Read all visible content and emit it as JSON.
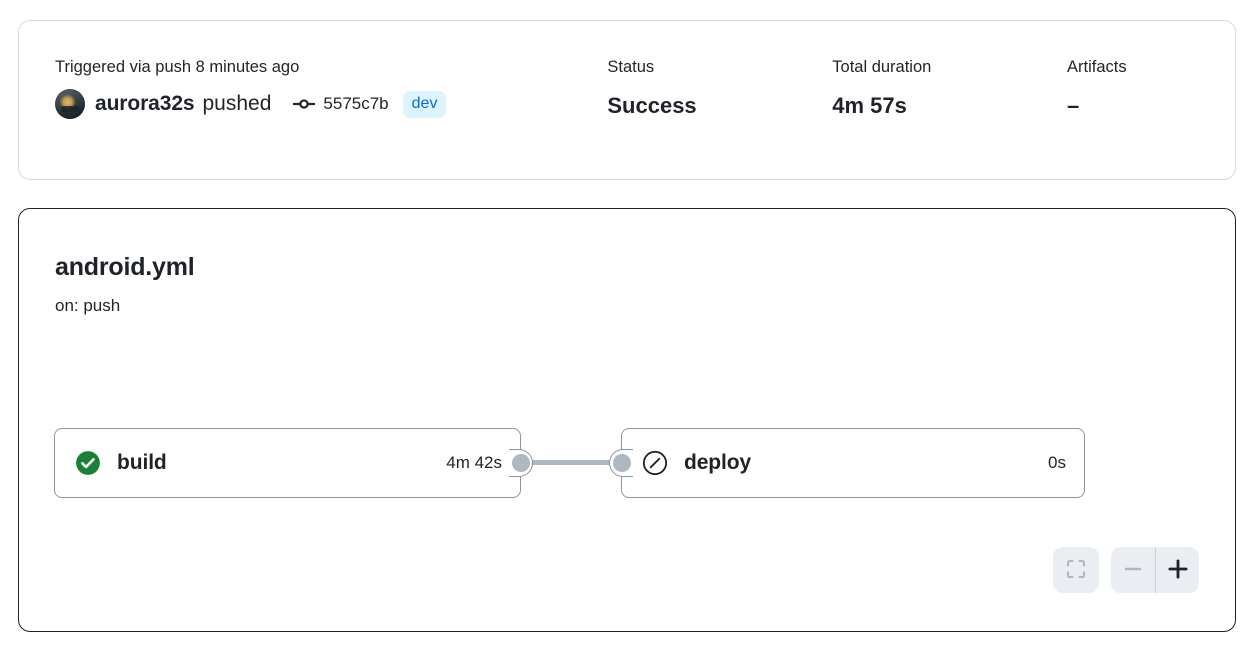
{
  "summary": {
    "trigger_text": "Triggered via push 8 minutes ago",
    "actor": "aurora32s",
    "action_word": "pushed",
    "commit_sha": "5575c7b",
    "branch": "dev",
    "commit_icon": "git-commit-icon",
    "avatar_icon": "user-avatar",
    "status_label": "Status",
    "status_value": "Success",
    "duration_label": "Total duration",
    "duration_value": "4m 57s",
    "artifacts_label": "Artifacts",
    "artifacts_value": "–"
  },
  "workflow": {
    "file_name": "android.yml",
    "trigger": "on: push"
  },
  "graph": {
    "nodes": [
      {
        "id": "build",
        "name": "build",
        "duration": "4m 42s",
        "status": "success",
        "status_icon": "check-circle-icon",
        "status_color": "#1a7f37"
      },
      {
        "id": "deploy",
        "name": "deploy",
        "duration": "0s",
        "status": "skipped",
        "status_icon": "skip-circle-icon",
        "status_color": "#1f2328"
      }
    ],
    "edge_color": "#afb8c1",
    "port_color": "#afb8c1"
  },
  "controls": {
    "fit_label": "Fit to screen",
    "fit_icon": "fit-screen-icon",
    "zoom_out_label": "Zoom out",
    "zoom_out_icon": "minus-icon",
    "zoom_in_label": "Zoom in",
    "zoom_in_icon": "plus-icon"
  },
  "colors": {
    "accent": "#0969da",
    "badge_bg": "#ddf4ff",
    "success": "#1a7f37",
    "border": "#d1d9e0",
    "muted": "#afb8c1"
  }
}
